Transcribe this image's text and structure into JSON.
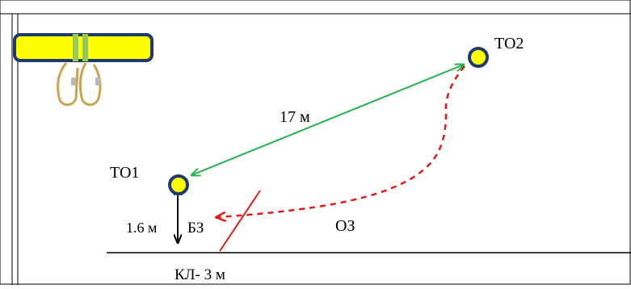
{
  "colors": {
    "frame": "#000000",
    "anchor_point": "#FFFF00",
    "anchor_ring": "#1F3A6E",
    "distance_arrow": "#22B14C",
    "fall_path": "#E31A1C",
    "cut_line": "#E31A1C",
    "lanyard_body": "#FFFF00",
    "lanyard_border": "#1F3A6E",
    "lanyard_stripe": "#9BC850",
    "carabiner": "#C9A352"
  },
  "icons": {
    "lanyard": "double-hook-lanyard-icon"
  },
  "labels": {
    "anchor_1": "ТО1",
    "anchor_2": "ТО2",
    "distance": "17 м",
    "height": "1.6 м",
    "safe_zone": "БЗ",
    "danger_zone": "ОЗ",
    "cut_line": "КЛ- 3 м"
  }
}
